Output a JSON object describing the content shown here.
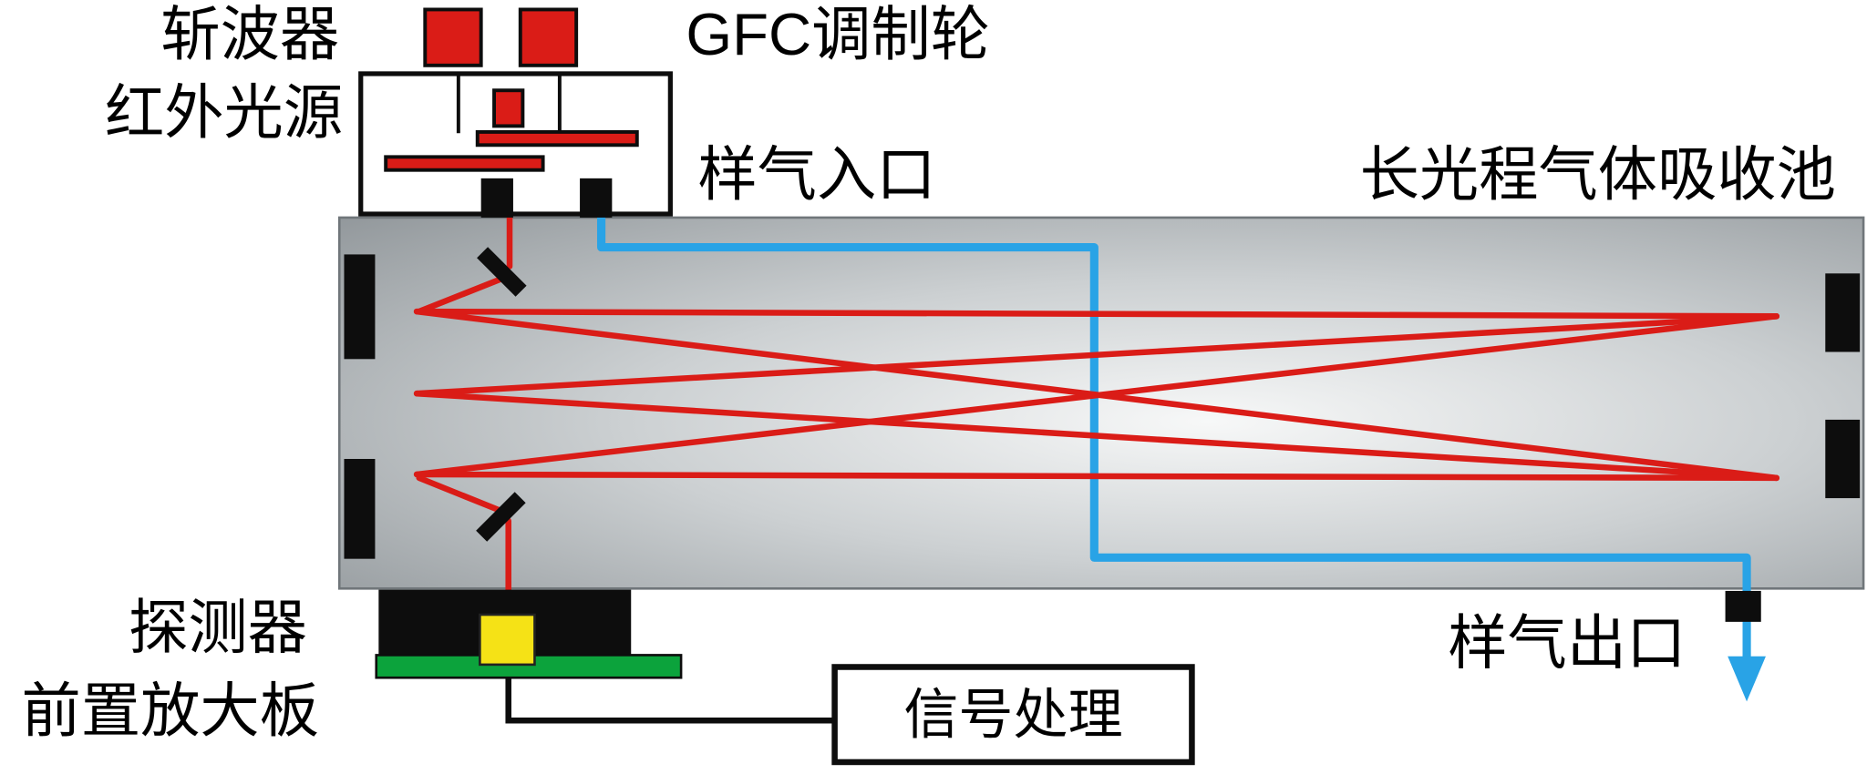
{
  "diagram": {
    "labels": {
      "chopper": "斩波器",
      "ir_source": "红外光源",
      "gfc_wheel": "GFC调制轮",
      "gas_inlet": "样气入口",
      "long_path_cell": "长光程气体吸收池",
      "detector": "探测器",
      "preamp_board": "前置放大板",
      "gas_outlet": "样气出口",
      "signal_processing": "信号处理"
    },
    "colors": {
      "beam_red": "#da1c17",
      "gas_blue": "#29a3e6",
      "pcb_green": "#0ca33c",
      "detector_yellow": "#f5e216",
      "outline_black": "#0d0d0d",
      "cell_edge": "#70767a",
      "cell_dark": "#8a9094",
      "cell_mid": "#ccd0d2",
      "cell_light": "#f7f8f8"
    }
  }
}
